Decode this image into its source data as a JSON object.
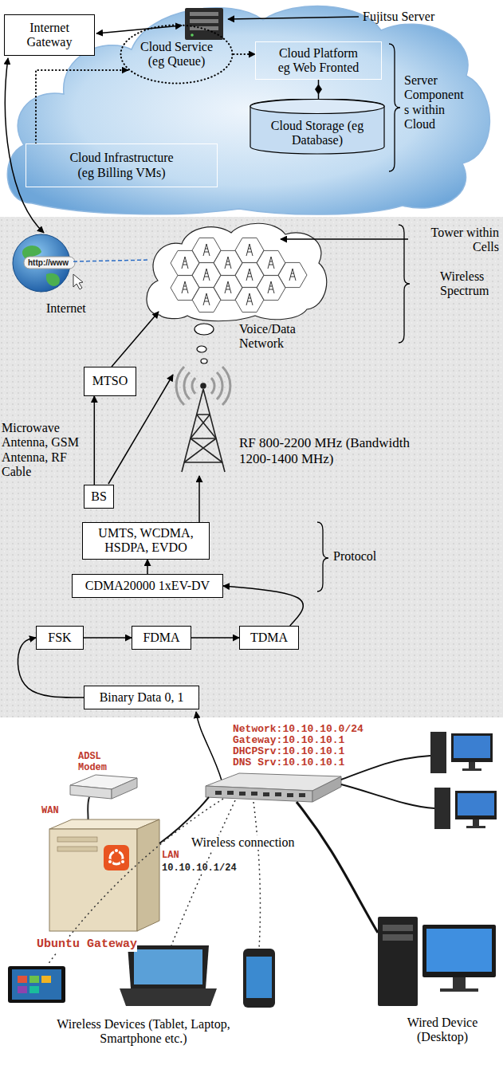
{
  "diagram": {
    "nodes": [
      {
        "text": [
          "Internet Gateway"
        ]
      },
      {
        "text": [
          "Cloud Service (eg Queue)"
        ]
      },
      {
        "text": [
          "Cloud Platform eg Web Fronted"
        ]
      },
      {
        "text": [
          "Cloud Storage (eg Database)"
        ]
      },
      {
        "text": [
          "Cloud Infrastructure (eg Billing VMs)"
        ]
      },
      {
        "text": [
          "MTSO"
        ]
      },
      {
        "text": [
          "BS"
        ]
      },
      {
        "text": [
          "UMTS, WCDMA, HSDPA, EVDO"
        ]
      },
      {
        "text": [
          "CDMA20000 1xEV-DV"
        ]
      },
      {
        "text": [
          "FSK"
        ]
      },
      {
        "text": [
          "FDMA"
        ]
      },
      {
        "text": [
          "TDMA"
        ]
      },
      {
        "text": [
          "Binary Data 0, 1"
        ]
      }
    ],
    "edges": [
      {
        "from": 1,
        "to": 2,
        "arrow": "to"
      },
      {
        "from": 4,
        "to": 1,
        "arrow": "to"
      },
      {
        "from": 2,
        "to": 3,
        "arrow": "none"
      },
      {
        "from": 6,
        "to": 5,
        "arrow": "to"
      },
      {
        "from": 8,
        "to": 7,
        "arrow": "to"
      },
      {
        "from": 11,
        "to": 8,
        "arrow": "to"
      },
      {
        "from": 9,
        "to": 10,
        "arrow": "to"
      },
      {
        "from": 10,
        "to": 11,
        "arrow": "to"
      },
      {
        "from": 12,
        "to": 9,
        "arrow": "to"
      }
    ],
    "labels": [
      "Fujitsu Server",
      "Server Component s within Cloud",
      "Internet",
      "Tower within Cells",
      "Wireless Spectrum",
      "Voice/Data Network",
      "RF 800-2200 MHz (Bandwidth 1200-1400 MHz)",
      "Microwave Antenna, GSM Antenna, RF Cable",
      "Protocol",
      "Network:10.10.10.0/24",
      "Gateway:10.10.10.1",
      "DHCPSrv:10.10.10.1",
      "DNS Srv:10.10.10.1",
      "ADSL Modem",
      "WAN",
      "LAN",
      "10.10.10.1/24",
      "Ubuntu Gateway",
      "Wireless connection",
      "Wireless Devices (Tablet, Laptop, Smartphone etc.)",
      "Wired Device (Desktop)",
      "http://www"
    ]
  }
}
